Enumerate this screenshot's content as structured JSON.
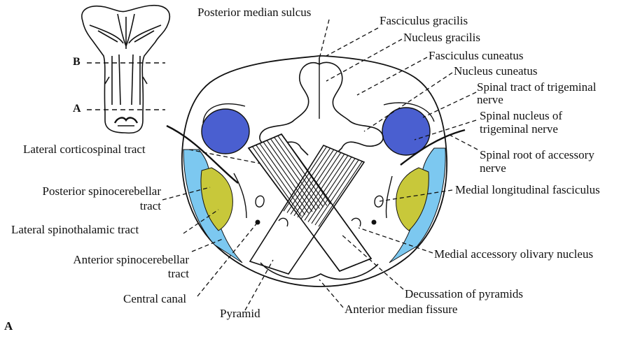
{
  "figure_letter": "A",
  "inset": {
    "level_b": "B",
    "level_a": "A"
  },
  "labels": {
    "posterior_median_sulcus": "Posterior median sulcus",
    "fasciculus_gracilis": "Fasciculus gracilis",
    "nucleus_gracilis": "Nucleus gracilis",
    "fasciculus_cuneatus": "Fasciculus cuneatus",
    "nucleus_cuneatus": "Nucleus cuneatus",
    "spinal_tract_trigeminal_1": "Spinal tract of trigeminal",
    "spinal_tract_trigeminal_2": "nerve",
    "spinal_nucleus_trigeminal_1": "Spinal nucleus of",
    "spinal_nucleus_trigeminal_2": "trigeminal nerve",
    "spinal_root_accessory_1": "Spinal root of accessory",
    "spinal_root_accessory_2": "nerve",
    "medial_longitudinal_fasciculus": "Medial longitudinal fasciculus",
    "medial_accessory_olivary_nucleus": "Medial accessory olivary nucleus",
    "decussation_of_pyramids": "Decussation of pyramids",
    "anterior_median_fissure": "Anterior median fissure",
    "pyramid": "Pyramid",
    "central_canal": "Central canal",
    "anterior_spinocerebellar_1": "Anterior spinocerebellar",
    "anterior_spinocerebellar_2": "tract",
    "lateral_spinothalamic": "Lateral spinothalamic tract",
    "posterior_spinocerebellar_1": "Posterior spinocerebellar",
    "posterior_spinocerebellar_2": "tract",
    "lateral_corticospinal": "Lateral corticospinal tract"
  },
  "colors": {
    "trigeminal_nucleus": "#4a5fd0",
    "spinocerebellar": "#7cc8f0",
    "spinothalamic": "#c8c83a",
    "ink": "#111111"
  }
}
